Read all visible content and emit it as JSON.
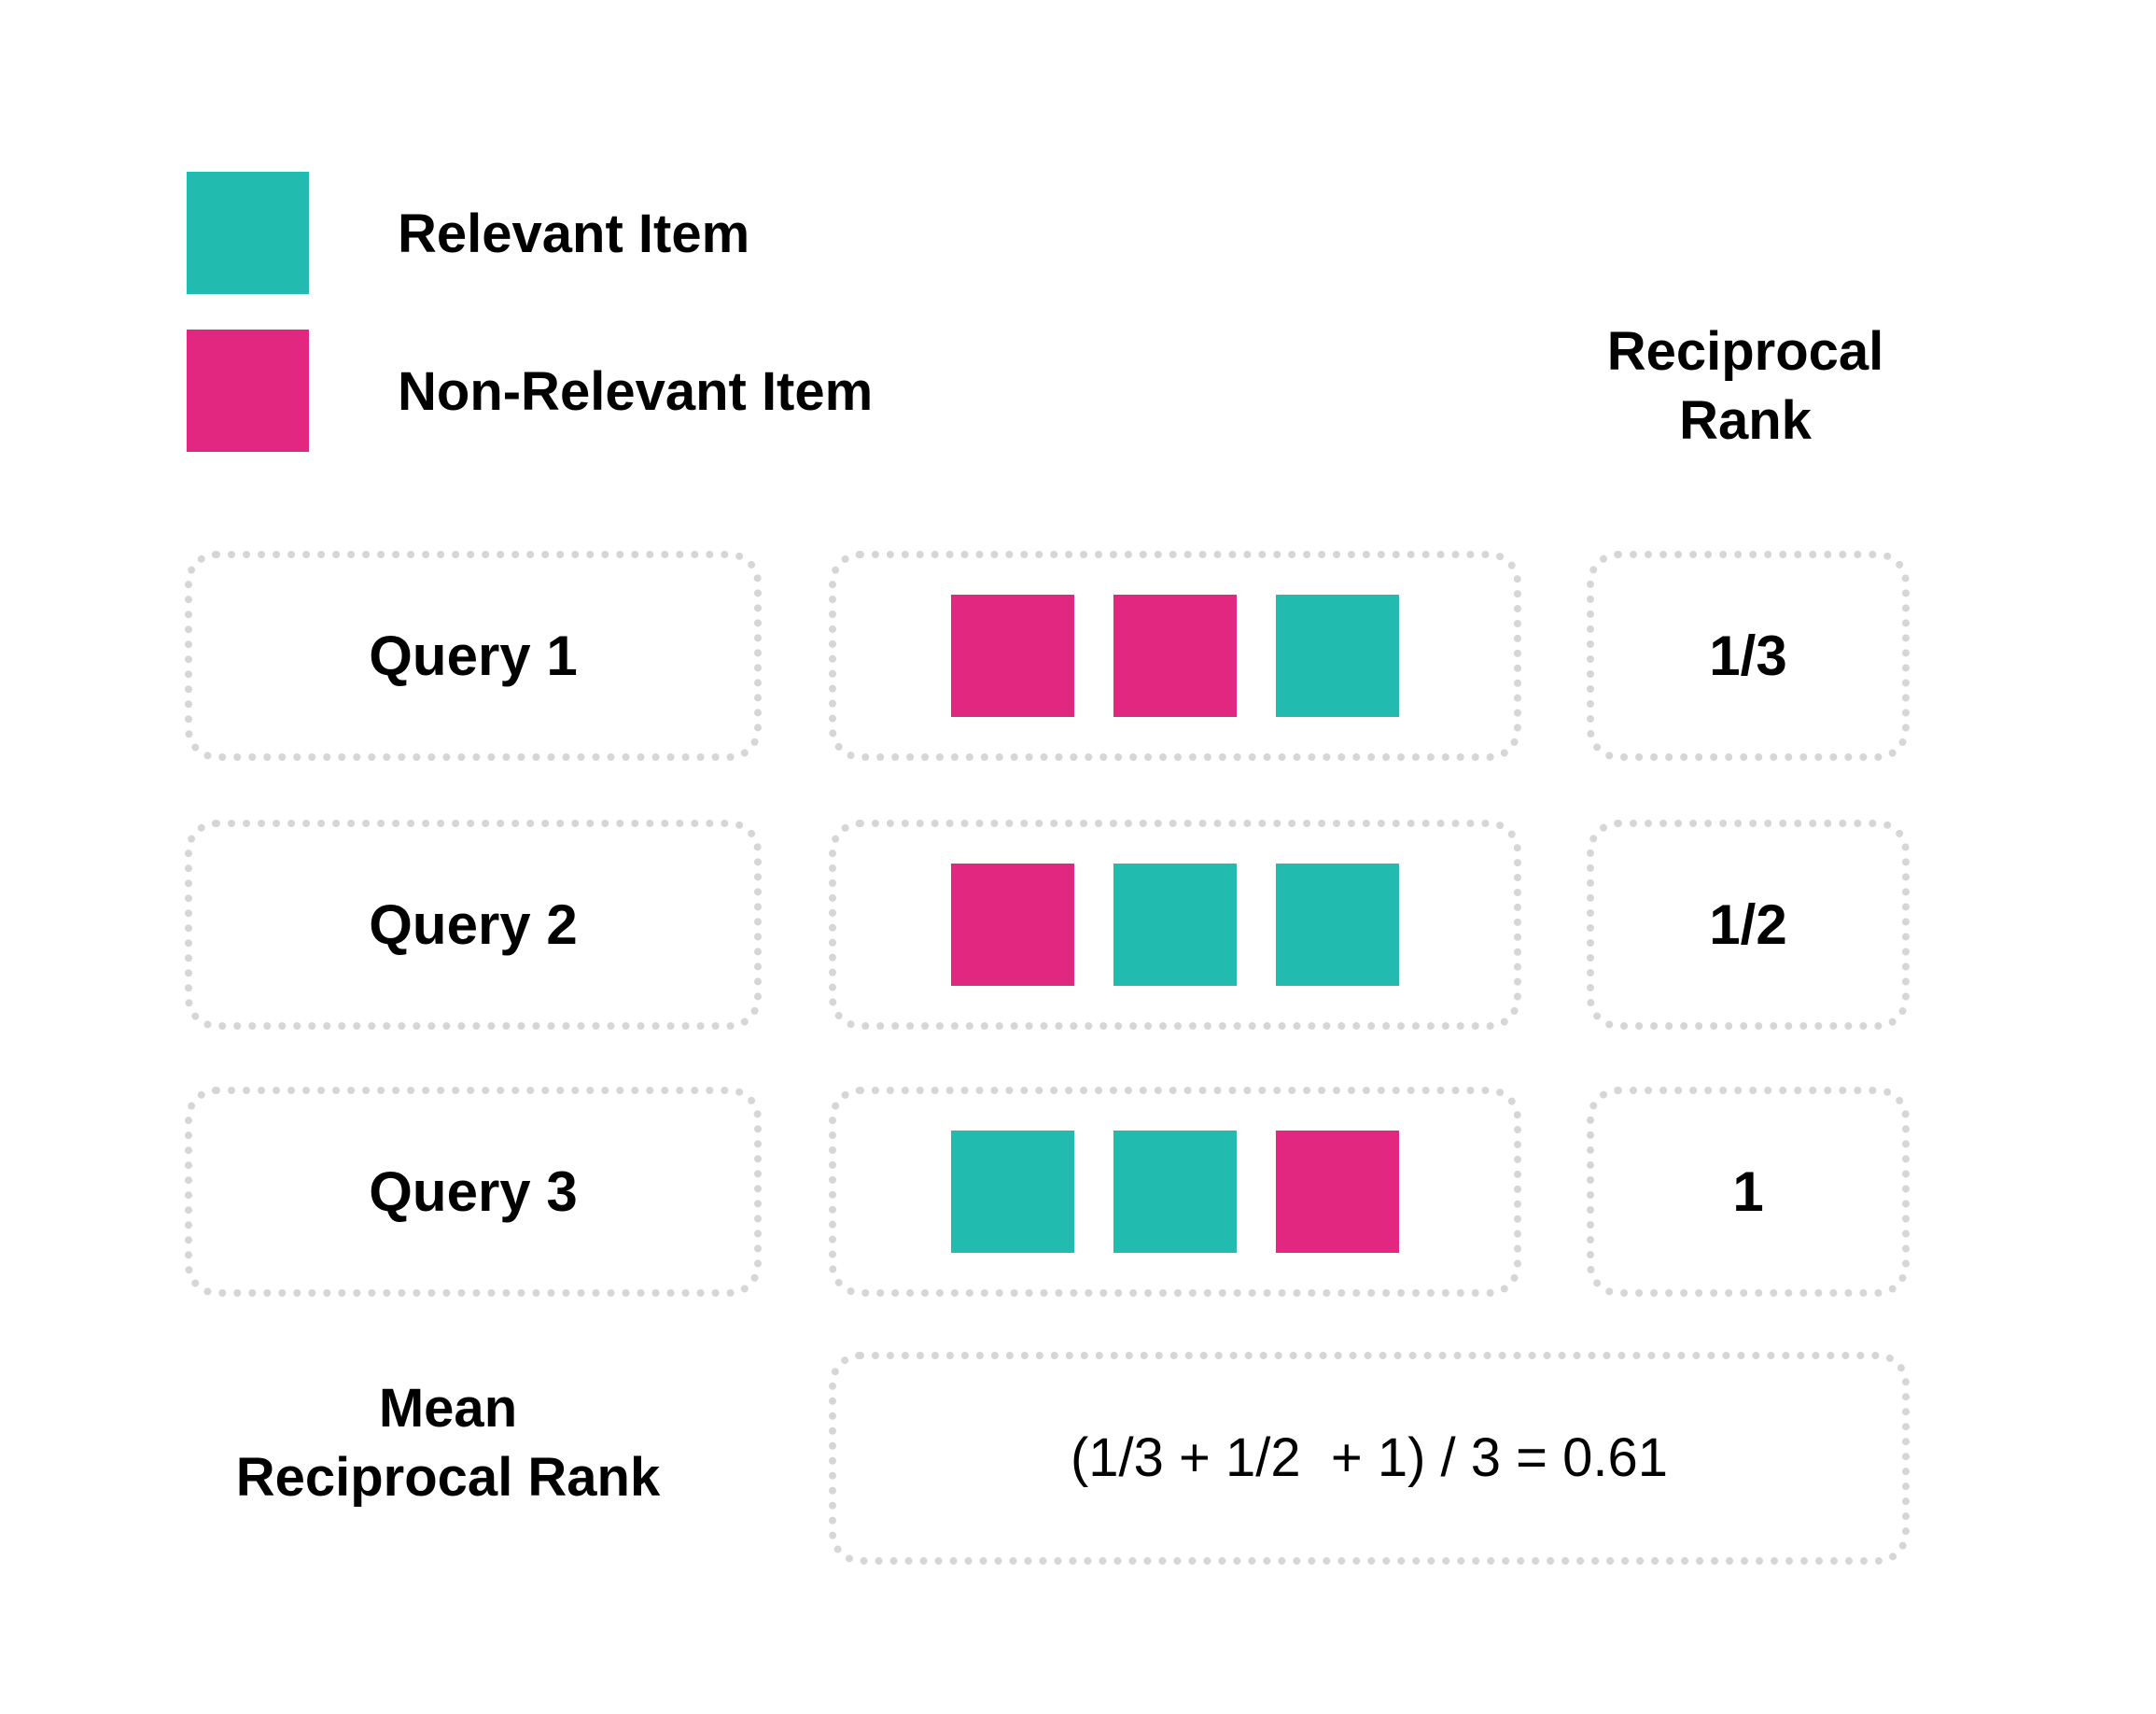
{
  "colors": {
    "relevant": "#21BBAF",
    "non_relevant": "#E22780",
    "dotted_border": "#D6D6D6"
  },
  "legend": {
    "relevant_label": "Relevant Item",
    "non_relevant_label": "Non-Relevant Item"
  },
  "header": {
    "rr_line1": "Reciprocal",
    "rr_line2": "Rank"
  },
  "queries": [
    {
      "label": "Query 1",
      "items": [
        "non_relevant",
        "non_relevant",
        "relevant"
      ],
      "reciprocal_rank": "1/3"
    },
    {
      "label": "Query 2",
      "items": [
        "non_relevant",
        "relevant",
        "relevant"
      ],
      "reciprocal_rank": "1/2"
    },
    {
      "label": "Query 3",
      "items": [
        "relevant",
        "relevant",
        "non_relevant"
      ],
      "reciprocal_rank": "1"
    }
  ],
  "mrr": {
    "label_line1": "Mean",
    "label_line2": "Reciprocal Rank",
    "formula": "(1/3 + 1/2  + 1) / 3 = 0.61"
  }
}
